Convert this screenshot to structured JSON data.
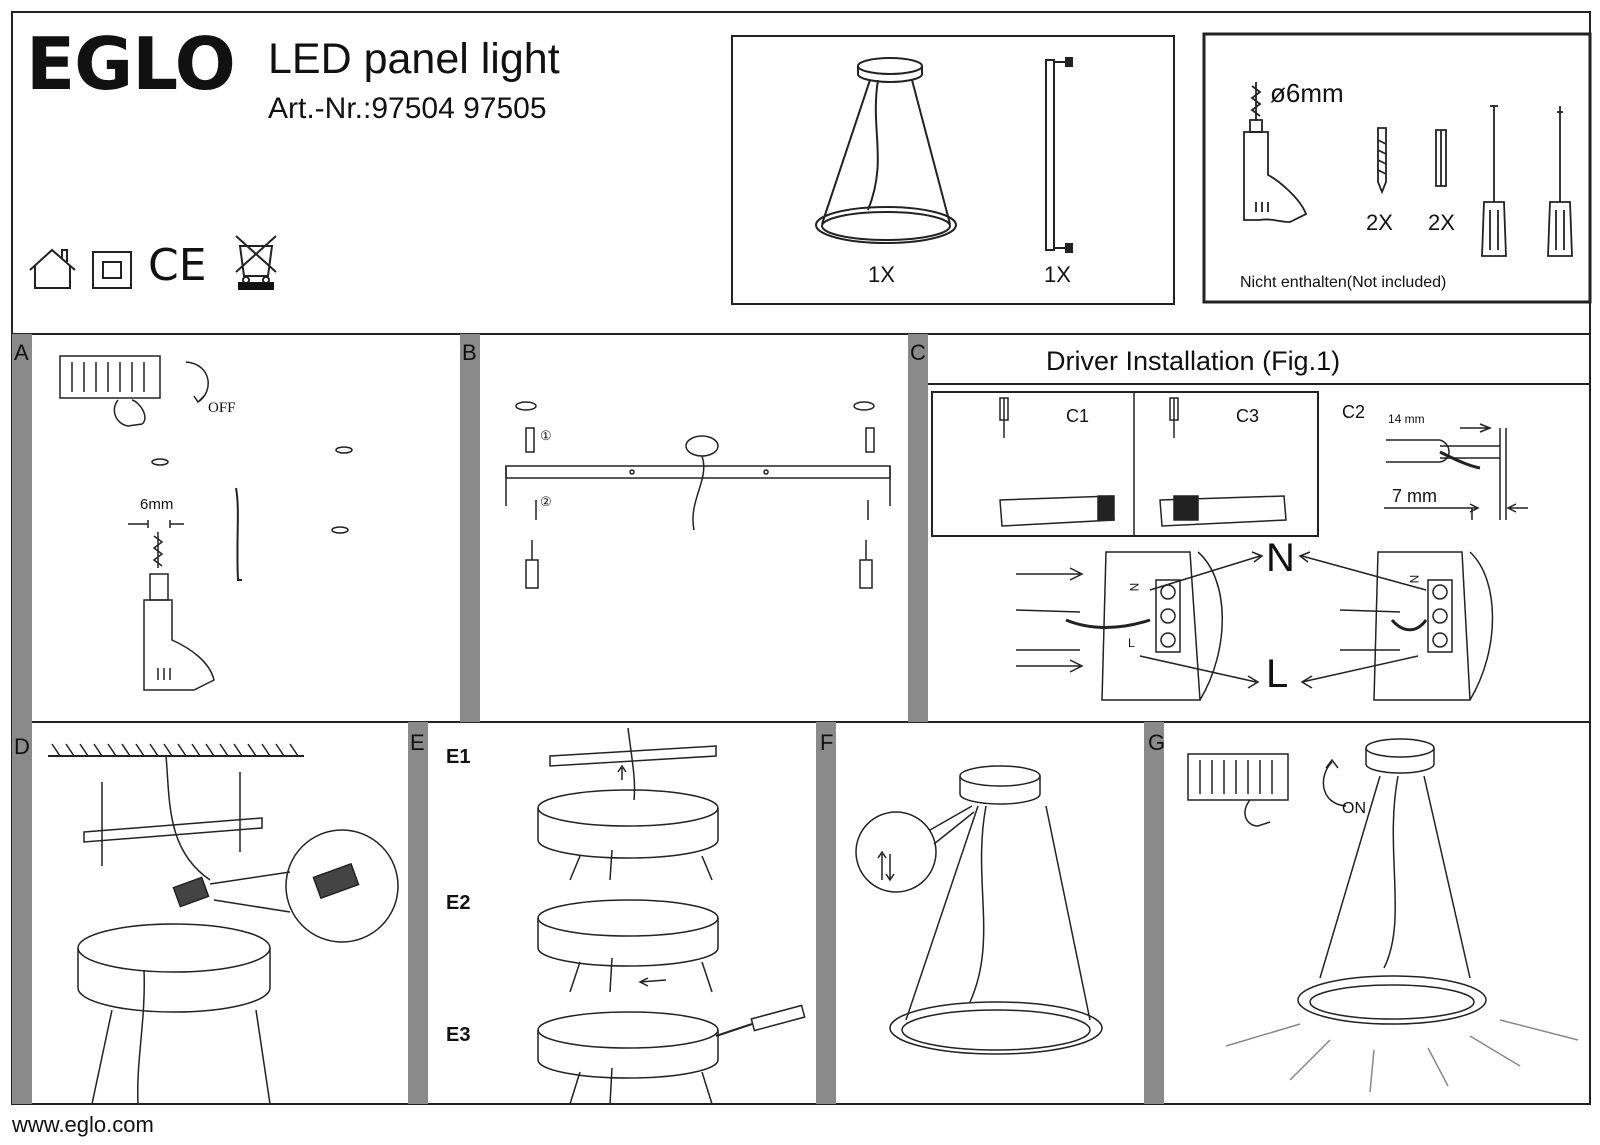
{
  "header": {
    "brand": "EGLO",
    "title": "LED panel light",
    "art_prefix": "Art.-Nr.:",
    "art_numbers": "97504 97505",
    "symbols": [
      "house-icon",
      "class-ii-icon",
      "ce-mark",
      "weee-bin-icon"
    ],
    "ce_text": "CE"
  },
  "contents": {
    "pendant_qty": "1X",
    "bracket_qty": "1X"
  },
  "tools": {
    "drill_size": "ø6mm",
    "screw_qty": "2X",
    "plug_qty": "2X",
    "note": "Nicht enthalten(Not included)"
  },
  "steps": {
    "a": {
      "letter": "A",
      "off_label": "OFF",
      "drill_size": "6mm"
    },
    "b": {
      "letter": "B",
      "mark1": "①",
      "mark2": "②"
    },
    "c": {
      "letter": "C",
      "title": "Driver Installation (Fig.1)",
      "c1": "C1",
      "c2": "C2",
      "c3": "C3",
      "strip_outer": "14 mm",
      "strip_inner": "7 mm",
      "neutral": "N",
      "live": "L",
      "terminal_n": "N",
      "terminal_l": "L"
    },
    "d": {
      "letter": "D"
    },
    "e": {
      "letter": "E",
      "e1": "E1",
      "e2": "E2",
      "e3": "E3"
    },
    "f": {
      "letter": "F"
    },
    "g": {
      "letter": "G",
      "on_label": "ON"
    }
  },
  "footer": {
    "url": "www.eglo.com"
  }
}
